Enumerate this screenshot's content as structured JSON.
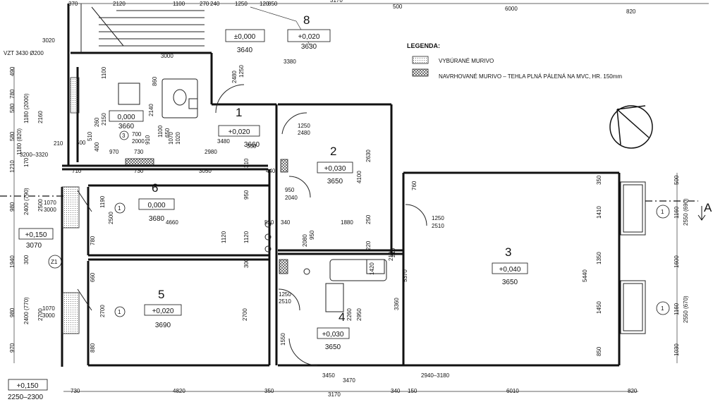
{
  "legend": {
    "title": "LEGENDA:",
    "items": [
      {
        "text": "VYBÚRANÉ MURIVO",
        "pattern": "dotted"
      },
      {
        "text": "NAVRHOVANÉ MURIVO – TEHLA PLNÁ PÁLENÁ  NA MVC, HR. 150mm",
        "pattern": "crosshatch"
      }
    ]
  },
  "rooms": [
    {
      "number": "8",
      "level": "+0,020",
      "height": "3630"
    },
    {
      "number": "1",
      "level": "+0,020",
      "height": "3660"
    },
    {
      "number": "2",
      "level": "+0,030",
      "height": "3650"
    },
    {
      "number": "3",
      "level": "+0,040",
      "height": "3650"
    },
    {
      "number": "4",
      "level": "+0,030",
      "height": "3650"
    },
    {
      "number": "5",
      "level": "+0,020",
      "height": "3690"
    },
    {
      "number": "6",
      "level": "0,000",
      "height": "3680"
    }
  ],
  "room_extra": [
    {
      "level": "±0,000",
      "height": "3640"
    },
    {
      "level": "0,000",
      "height": "3660"
    }
  ],
  "room_markers": [
    {
      "top": "3",
      "bottom": "700",
      "sub": "2000"
    },
    {
      "text": "1"
    },
    {
      "text": "1"
    },
    {
      "text": "1"
    },
    {
      "text": "1"
    }
  ],
  "exterior_levels": [
    {
      "level": "+0,150",
      "height": "3070"
    },
    {
      "level": "+0,150",
      "height": "2250–2300"
    }
  ],
  "section_mark": "A",
  "grid_markers": [
    "Z1",
    "1",
    "1"
  ],
  "dims_top": [
    "370",
    "2120",
    "1100",
    "270",
    "240",
    "1250",
    "120",
    "850",
    "3170",
    "500",
    "6000",
    "820"
  ],
  "dims_bottom": [
    "730",
    "4820",
    "350",
    "3170",
    "340",
    "150",
    "6010",
    "820"
  ],
  "dims_left": [
    "490",
    "780",
    "580",
    "580",
    "1180 (820)",
    "1180 (2000)",
    "2160",
    "1210",
    "170",
    "2400 (790)",
    "2500",
    "980",
    "1940",
    "300",
    "980",
    "2400 (770)",
    "2700",
    "970"
  ],
  "dims_right": [
    "500",
    "2550 (690)",
    "1160",
    "1600",
    "1160",
    "2550 (670)",
    "1030"
  ],
  "dims_inner": [
    "3020",
    "VZT 3430 Ø200",
    "3000",
    "1250",
    "2480",
    "3380",
    "210",
    "500",
    "970",
    "730",
    "2980",
    "3480",
    "350",
    "3200–3320",
    "710",
    "730",
    "3050",
    "440",
    "950",
    "2040",
    "1250",
    "2480",
    "2630",
    "4100",
    "1190",
    "2500",
    "4660",
    "950",
    "1120",
    "530",
    "340",
    "1880",
    "250",
    "760",
    "1250",
    "2510",
    "1070",
    "3000",
    "780",
    "1120",
    "300",
    "950",
    "2080",
    "220",
    "210",
    "5370",
    "5440",
    "1410",
    "1350",
    "1450",
    "850",
    "350",
    "660",
    "2700",
    "1250",
    "2510",
    "1420",
    "2950",
    "2260",
    "3360",
    "1070",
    "3000",
    "880",
    "2700",
    "1550",
    "3450",
    "3470",
    "2940–3180",
    "860",
    "2140",
    "910",
    "1100",
    "650",
    "1020",
    "1070",
    "400",
    "260",
    "2150",
    "510",
    "1100",
    "310",
    "210"
  ]
}
